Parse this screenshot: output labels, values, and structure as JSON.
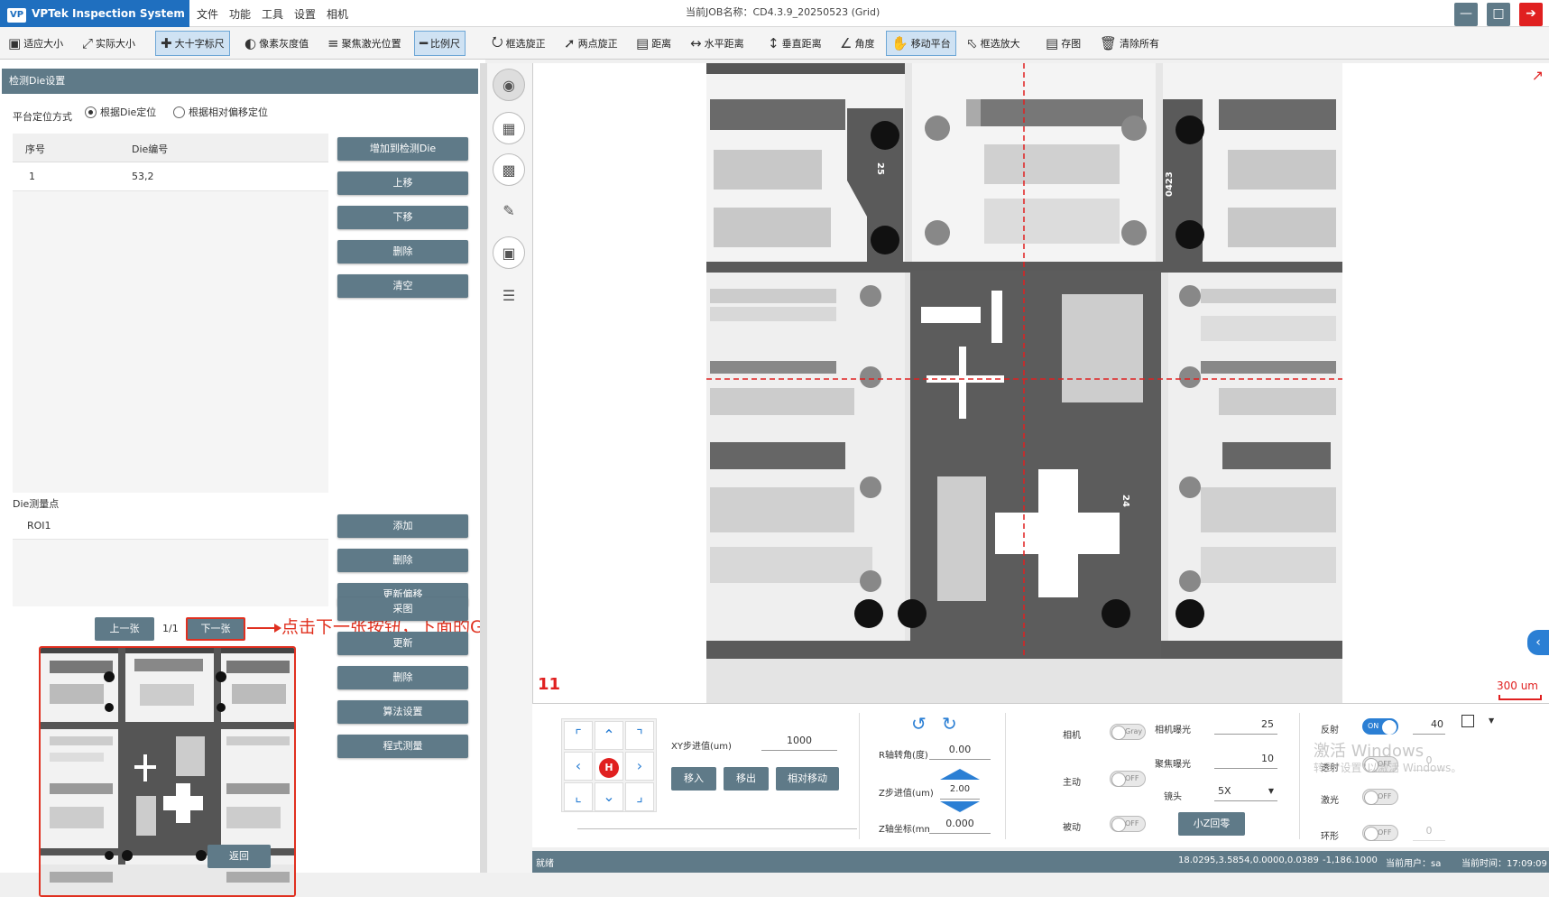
{
  "window": {
    "app_title": "VPTek Inspection System 1.0.0.0",
    "logo_text": "VP",
    "job_title": "当前JOB名称：CD4.3.9_20250523 (Grid)",
    "menu": [
      "文件",
      "功能",
      "工具",
      "设置",
      "相机"
    ]
  },
  "toolbar": [
    {
      "label": "适应大小",
      "icon": "fit-icon"
    },
    {
      "label": "实际大小",
      "icon": "actual-size-icon"
    },
    {
      "label": "大十字标尺",
      "icon": "crosshair-icon",
      "active": true
    },
    {
      "label": "像素灰度值",
      "icon": "grayscale-icon"
    },
    {
      "label": "聚焦激光位置",
      "icon": "laser-icon"
    },
    {
      "label": "比例尺",
      "icon": "scale-icon",
      "active": true
    },
    {
      "label": "框选旋正",
      "icon": "rotate-box-icon"
    },
    {
      "label": "两点旋正",
      "icon": "two-point-icon"
    },
    {
      "label": "距离",
      "icon": "ruler-icon"
    },
    {
      "label": "水平距离",
      "icon": "horizontal-distance-icon"
    },
    {
      "label": "垂直距离",
      "icon": "vertical-distance-icon"
    },
    {
      "label": "角度",
      "icon": "angle-icon"
    },
    {
      "label": "移动平台",
      "icon": "hand-icon",
      "active": true
    },
    {
      "label": "框选放大",
      "icon": "zoom-box-icon"
    },
    {
      "label": "存图",
      "icon": "save-image-icon"
    },
    {
      "label": "清除所有",
      "icon": "trash-icon"
    }
  ],
  "left_panel": {
    "title": "检测Die设置",
    "positioning_label": "平台定位方式",
    "radio_die": "根据Die定位",
    "radio_offset": "根据相对偏移定位",
    "table_headers": [
      "序号",
      "Die编号"
    ],
    "table_rows": [
      {
        "index": "1",
        "die": "53,2"
      }
    ],
    "buttons_top": [
      "增加到检测Die",
      "上移",
      "下移",
      "删除",
      "清空"
    ],
    "measure_label": "Die测量点",
    "roi_items": [
      "ROI1"
    ],
    "buttons_roi": [
      "添加",
      "删除",
      "更新偏移"
    ],
    "prev_label": "上一张",
    "page_indicator": "1/1",
    "next_label": "下一张",
    "annotation": "点击下一张按钮，下面的Golden图才更新正确",
    "buttons_bottom": [
      "采图",
      "更新",
      "删除",
      "算法设置",
      "程式测量"
    ],
    "back_label": "返回"
  },
  "viewer": {
    "die_number": "11",
    "scale_label": "300 um",
    "mark_left": "25",
    "mark_right": "0423",
    "mark_bottom": "24",
    "crosshair_color": "#e02020"
  },
  "controls": {
    "xy_step_label": "XY步进值(um)",
    "xy_step_value": "1000",
    "move_in": "移入",
    "move_out": "移出",
    "relative_move": "相对移动",
    "r_angle_label": "R轴转角(度)",
    "r_angle_value": "0.00",
    "z_step_label": "Z步进值(um)",
    "z_step_value": "2.00",
    "z_coord_label": "Z轴坐标(mm)",
    "z_coord_value": "0.000",
    "camera_label": "相机",
    "camera_mode": "Gray",
    "exposure_label": "相机曝光",
    "exposure_value": "25",
    "focus_exposure_label": "聚焦曝光",
    "focus_exposure_value": "10",
    "active_label": "主动",
    "active_state": "OFF",
    "lens_label": "镜头",
    "lens_value": "5X",
    "passive_label": "被动",
    "passive_state": "OFF",
    "small_z_home": "小Z回零",
    "reflect_label": "反射",
    "reflect_state": "ON",
    "reflect_value": "40",
    "transmit_label": "透射",
    "transmit_state": "OFF",
    "transmit_value": "0",
    "coax_label": "激光",
    "coax_state": "OFF",
    "ring_label": "环形",
    "ring_state": "OFF",
    "ring_value": "0",
    "watermark_1": "激活 Windows",
    "watermark_2": "转到\"设置\"以激活 Windows。"
  },
  "status": {
    "ready": "就绪",
    "coords": "18.0295,3.5854,0.0000,0.0389",
    "pixel": "-1,186.1000",
    "user": "当前用户：sa",
    "time": "当前时间：17:09:09"
  },
  "colors": {
    "accent": "#1f6fbf",
    "button": "#5f7a88",
    "annotation": "#e0301e",
    "highlight": "#2b7fd4"
  }
}
